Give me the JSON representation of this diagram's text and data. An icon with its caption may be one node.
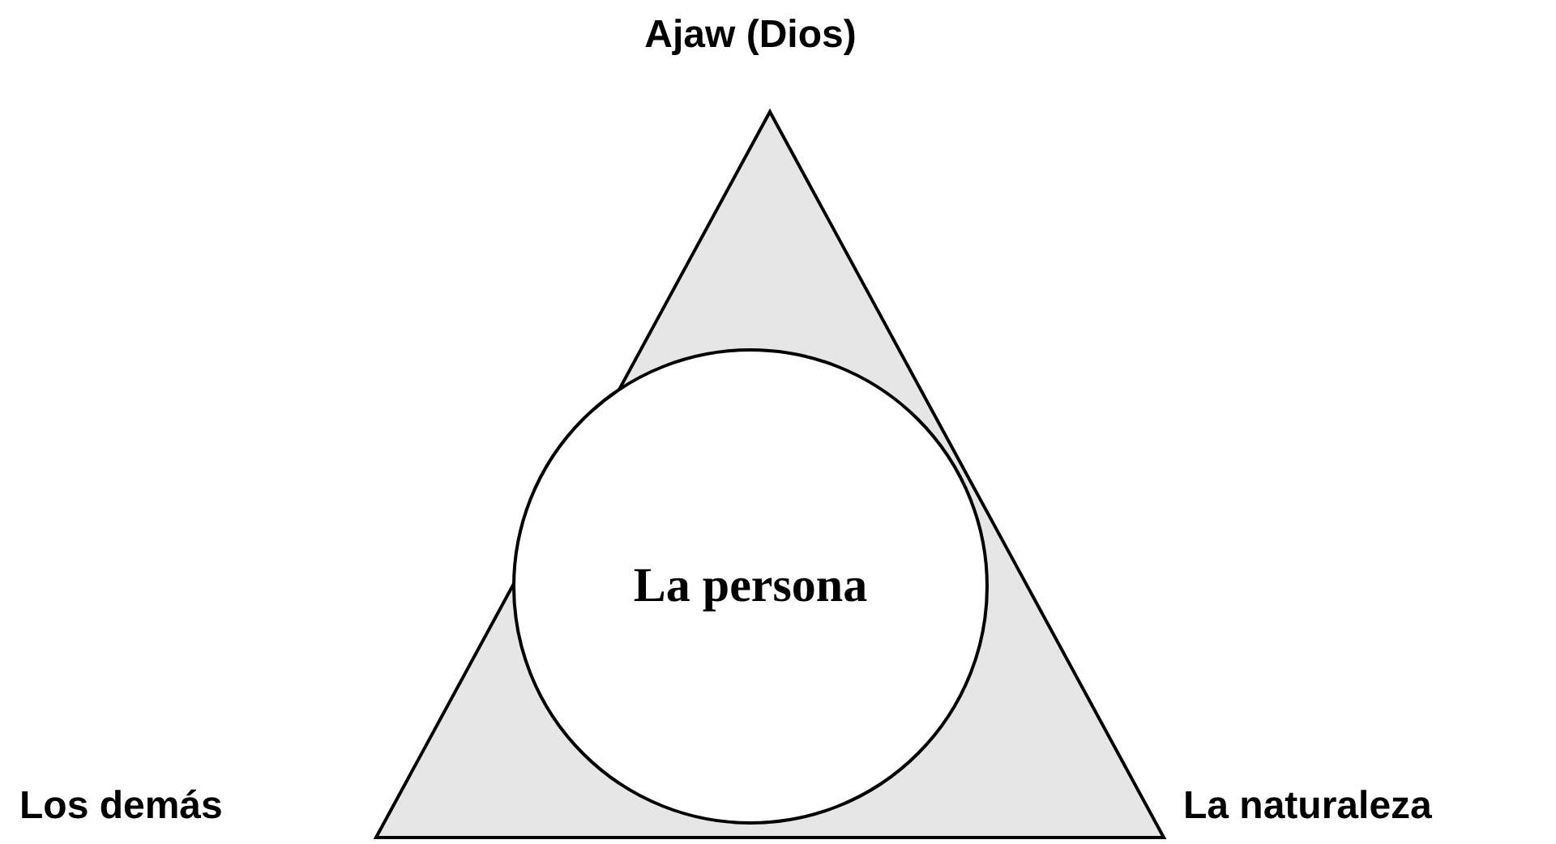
{
  "diagram": {
    "nodes": [
      {
        "text": [],
        "shape": "triangle"
      },
      {
        "text": [
          "La persona"
        ],
        "in": 0
      }
    ],
    "labels": [
      "Ajaw (Dios)",
      "Los demás",
      "La naturaleza"
    ]
  }
}
